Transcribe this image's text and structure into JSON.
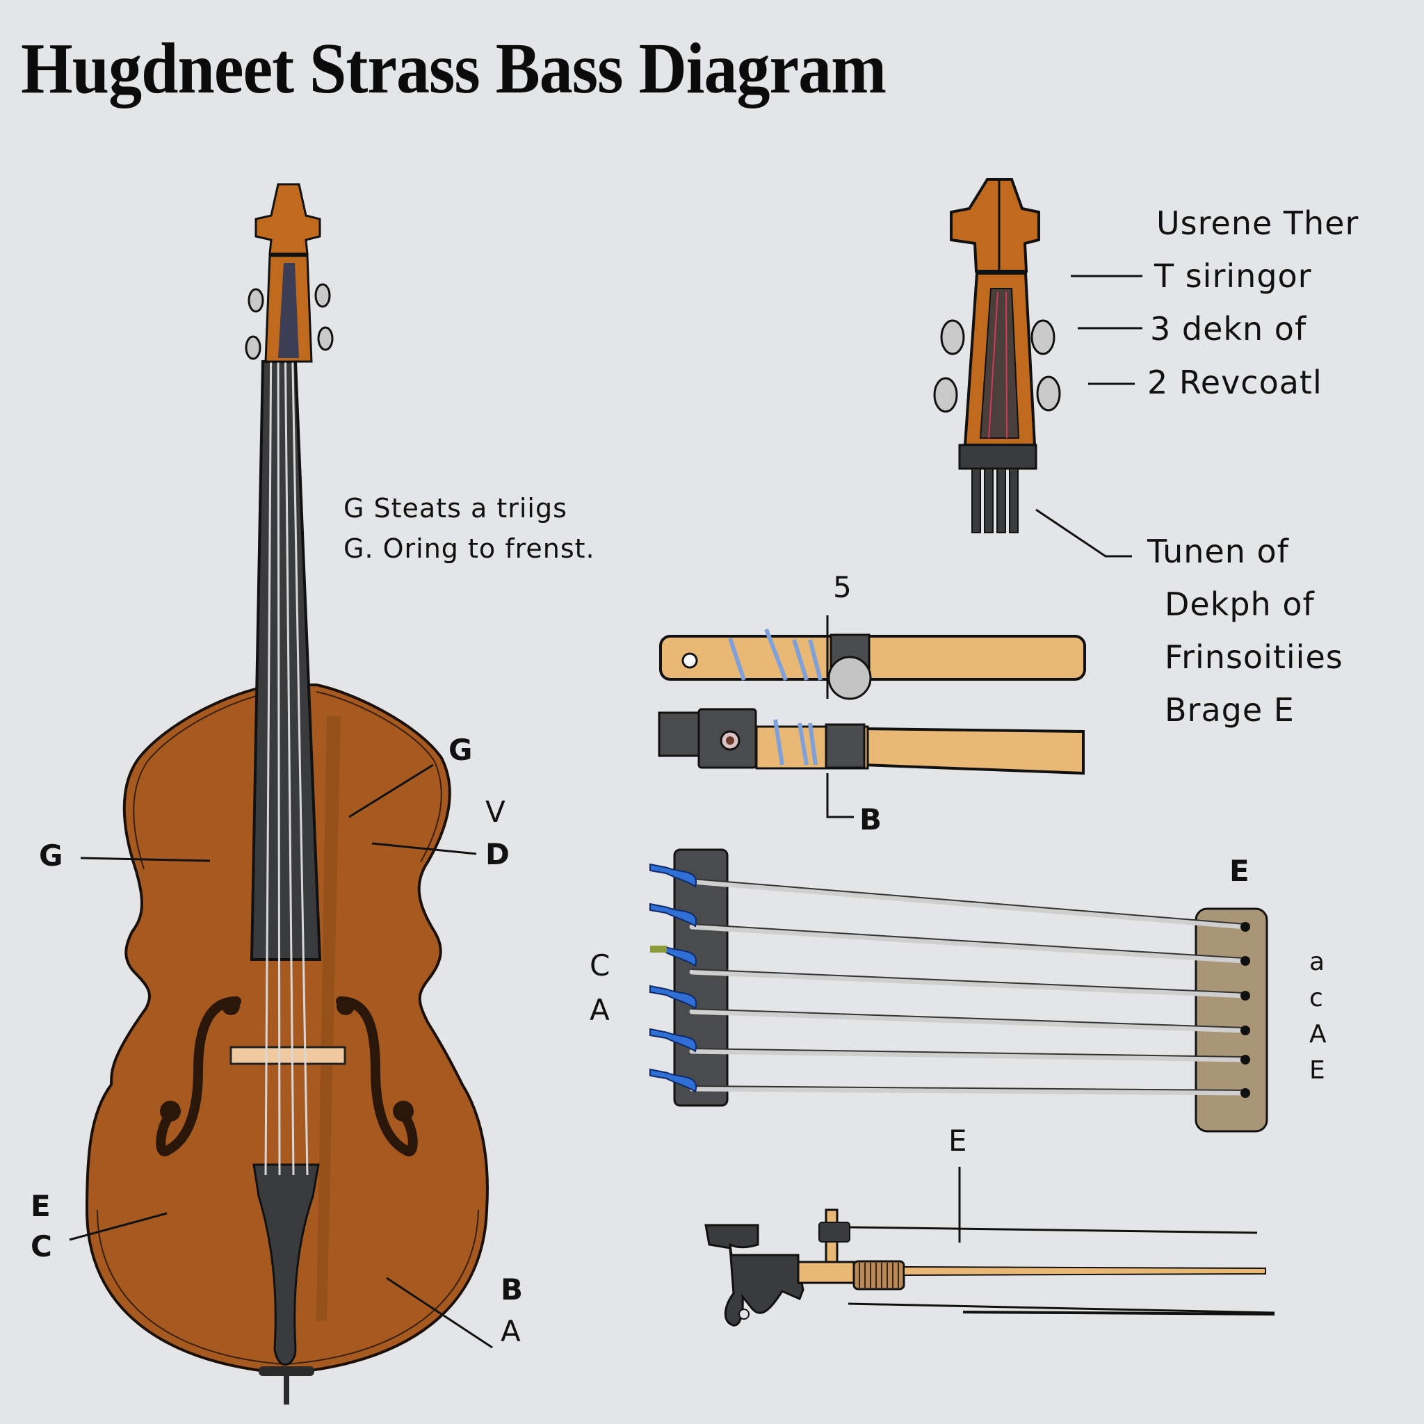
{
  "title": "Hugdneet Strass Bass Diagram",
  "colors": {
    "background": "#e4e5e6",
    "body_wood": "#a65a20",
    "scroll_wood": "#c06a1e",
    "fingerboard": "#3a3b3c",
    "bow_wood": "#e9b874",
    "tuning_bar_dark": "#4a4b4c",
    "tuning_bar_tan": "#a99676",
    "peg_blue": "#2f6fd6",
    "outline": "#111111"
  },
  "main_bass": {
    "center_note": {
      "line1": "G  Steats a triigs",
      "line2": "G. Oring to frenst."
    },
    "labels": {
      "upper_left": "G",
      "upper_right_g": "G",
      "upper_right_v": "V",
      "upper_right_d": "D",
      "lower_left_e": "E",
      "lower_left_c": "C",
      "lower_right_b": "B",
      "lower_right_a": "A"
    }
  },
  "scroll_detail": {
    "callouts": [
      "Usrene Ther",
      "T siringor",
      "3  dekn of",
      "2  Revcoatl"
    ],
    "lower_callout": [
      "Tunen of",
      "Dekph of",
      "Frinsoitiies",
      "Brage E"
    ]
  },
  "bow_detail": {
    "top_label": "5",
    "bottom_label": "B"
  },
  "string_diagram": {
    "left_labels": [
      "C",
      "A"
    ],
    "top_right_label": "E",
    "right_labels": [
      "a",
      "c",
      "A",
      "E"
    ],
    "string_count": 6
  },
  "mechanism_detail": {
    "label": "E"
  }
}
